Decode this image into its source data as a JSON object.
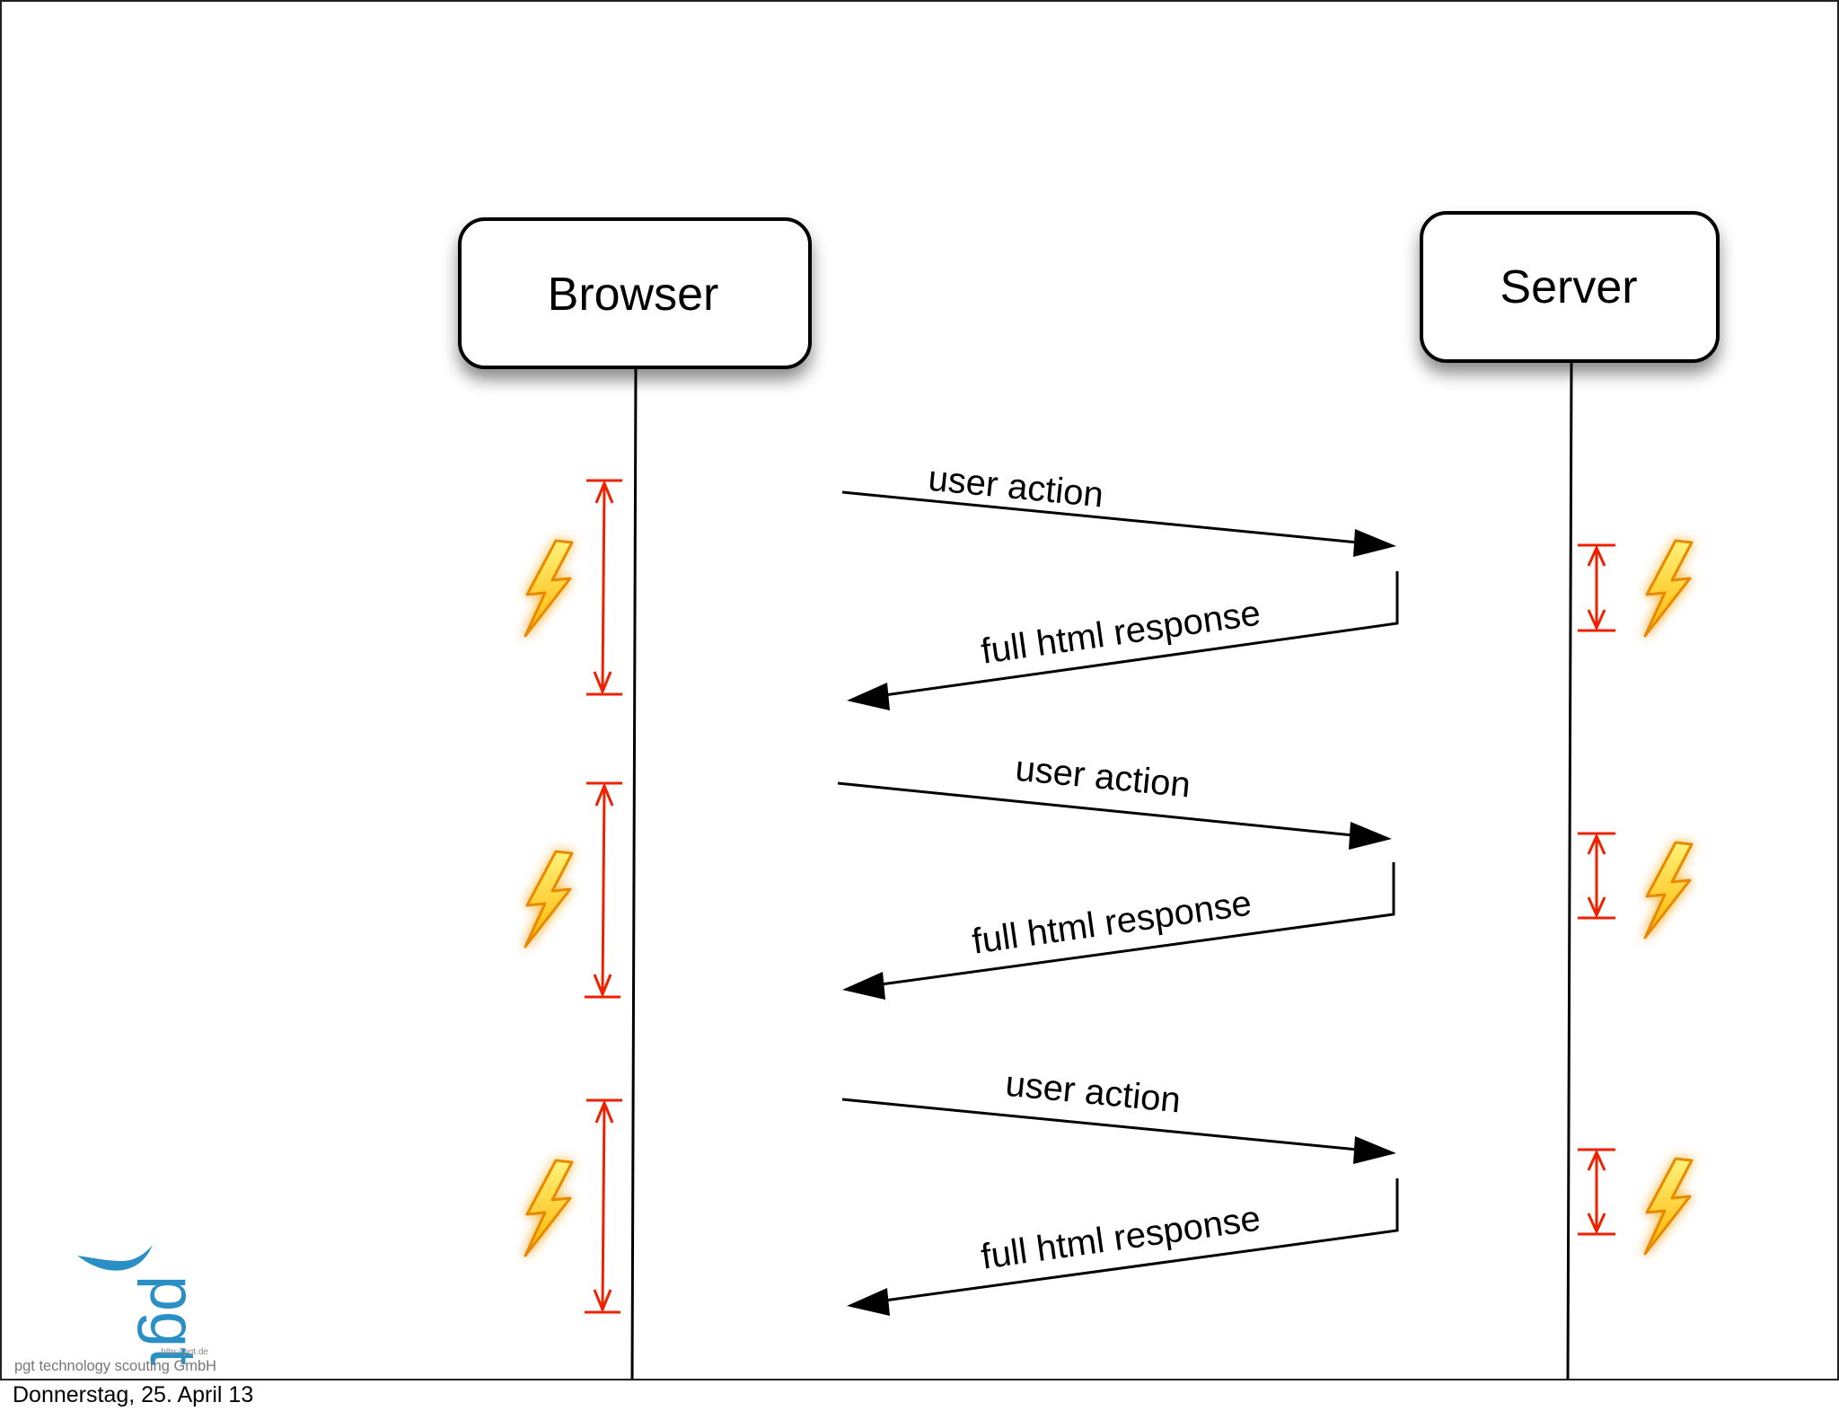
{
  "slide": {
    "footer_date": "Donnerstag, 25. April 13"
  },
  "lifelines": {
    "browser_label": "Browser",
    "server_label": "Server"
  },
  "messages": [
    {
      "label": "user action",
      "direction": "browser-to-server"
    },
    {
      "label": "full html response",
      "direction": "server-to-browser"
    },
    {
      "label": "user action",
      "direction": "browser-to-server"
    },
    {
      "label": "full html response",
      "direction": "server-to-browser"
    },
    {
      "label": "user action",
      "direction": "browser-to-server"
    },
    {
      "label": "full html response",
      "direction": "server-to-browser"
    }
  ],
  "logo": {
    "company": "pgt technology scouting GmbH",
    "url": "http://pgt.de",
    "mark": "pgt"
  },
  "icons": {
    "activity": "lightning-bolt-icon",
    "duration": "double-headed-arrow-icon"
  },
  "colors": {
    "line": "#000000",
    "duration_marker": "#ee2200",
    "lightning_fill": "#ffd23f",
    "lightning_stroke": "#e88a00",
    "logo_blue": "#2a8fc4",
    "logo_gray": "#777777"
  }
}
